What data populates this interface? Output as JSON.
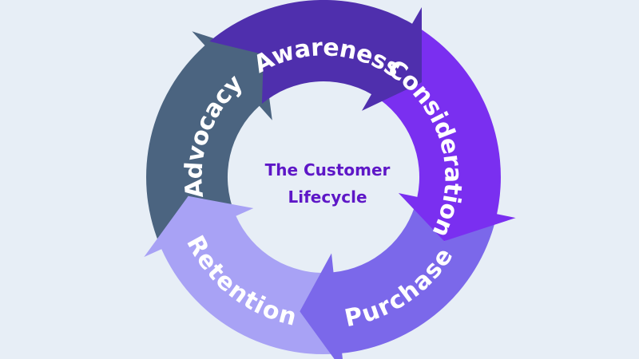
{
  "diagram": {
    "center_title": {
      "line1": "The Customer",
      "line2": "Lifecycle"
    },
    "segments": [
      {
        "label": "Awareness",
        "color": "#4f2fad"
      },
      {
        "label": "Consideration",
        "color": "#7a2ff0"
      },
      {
        "label": "Purchase",
        "color": "#7b68ea"
      },
      {
        "label": "Retention",
        "color": "#a8a2f5"
      },
      {
        "label": "Advocacy",
        "color": "#4b6480"
      }
    ]
  },
  "colors": {
    "background": "#e7eef6",
    "center_text": "#5e17c7",
    "label_text": "#ffffff"
  }
}
